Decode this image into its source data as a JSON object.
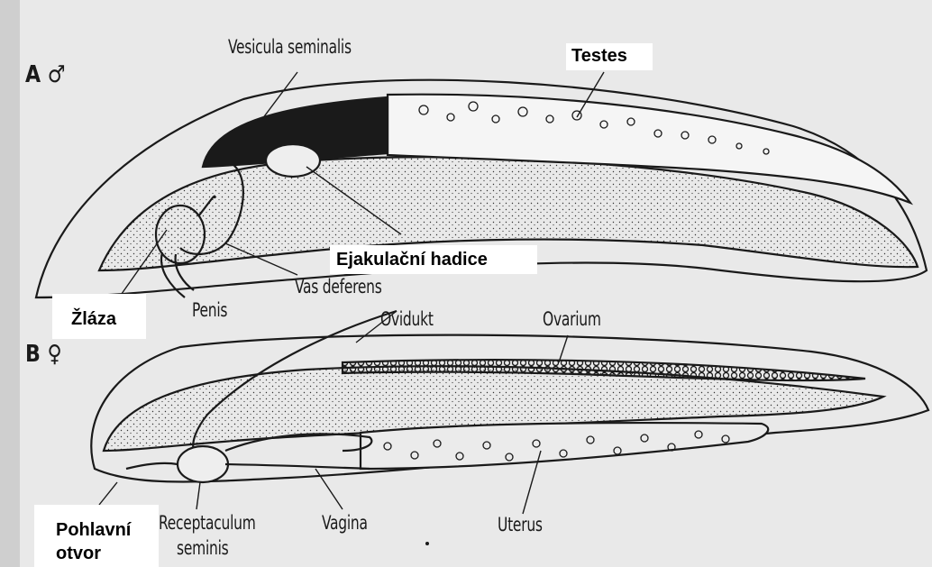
{
  "panel_a": {
    "letter": "A",
    "symbol": "♂"
  },
  "panel_b": {
    "letter": "B",
    "symbol": "♀"
  },
  "labels_original": {
    "vesicula_seminalis": "Vesicula seminalis",
    "vas_deferens": "Vas deferens",
    "penis": "Penis",
    "ovidukt": "Ovidukt",
    "ovarium": "Ovarium",
    "receptaculum_line1": "Receptaculum",
    "receptaculum_line2": "seminis",
    "vagina": "Vagina",
    "uterus": "Uterus"
  },
  "labels_added": {
    "testes": "Testes",
    "ejakulacni_hadice": "Ejakulační hadice",
    "zlaza": "Žláza",
    "pohlavni_otvor_line1": "Pohlavní",
    "pohlavni_otvor_line2": "otvor"
  },
  "colors": {
    "ink": "#1a1a1a",
    "paper": "#e9e9e9",
    "label_box": "#ffffff"
  }
}
